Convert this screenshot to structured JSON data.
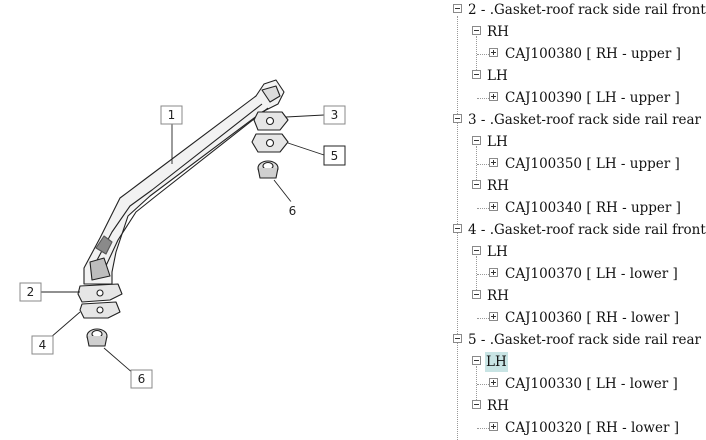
{
  "diagram": {
    "callouts": [
      "1",
      "2",
      "3",
      "4",
      "5",
      "6",
      "6"
    ]
  },
  "tree": {
    "groups": [
      {
        "label": "2 - .Gasket-roof rack side rail front",
        "children": [
          {
            "side": "RH",
            "part": "CAJ100380 [ RH - upper ]"
          },
          {
            "side": "LH",
            "part": "CAJ100390 [ LH - upper ]"
          }
        ]
      },
      {
        "label": "3 - .Gasket-roof rack side rail rear",
        "children": [
          {
            "side": "LH",
            "part": "CAJ100350 [ LH - upper ]"
          },
          {
            "side": "RH",
            "part": "CAJ100340 [ RH - upper ]"
          }
        ]
      },
      {
        "label": "4 - .Gasket-roof rack side rail front",
        "children": [
          {
            "side": "LH",
            "part": "CAJ100370 [ LH - lower ]"
          },
          {
            "side": "RH",
            "part": "CAJ100360 [ RH - lower ]"
          }
        ]
      },
      {
        "label": "5 - .Gasket-roof rack side rail rear",
        "children": [
          {
            "side": "LH",
            "part": "CAJ100330 [ LH - lower ]",
            "selected": true
          },
          {
            "side": "RH",
            "part": "CAJ100320 [ RH - lower ]"
          }
        ]
      }
    ]
  }
}
